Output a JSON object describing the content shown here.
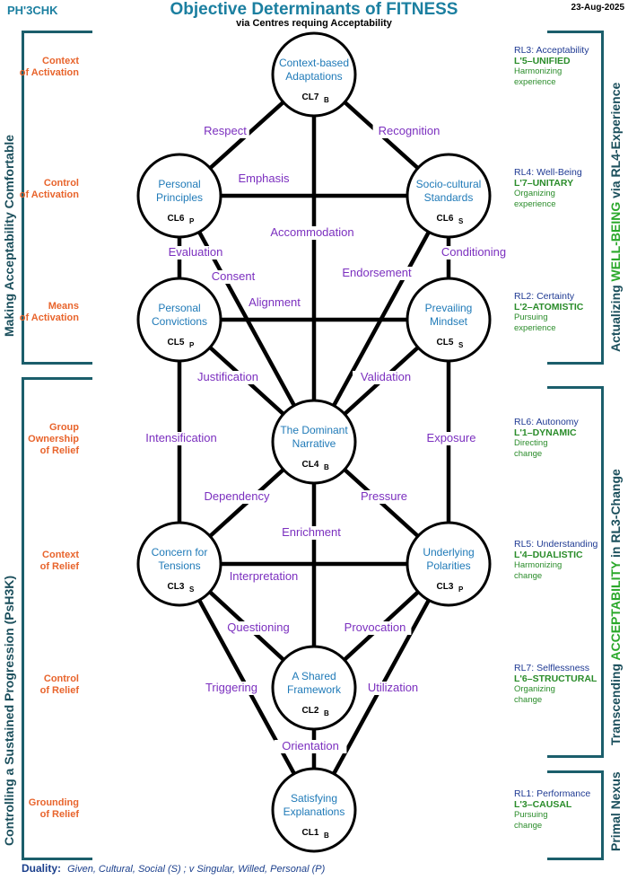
{
  "header": {
    "code": "PH'3CHK",
    "title": "Objective Determinants of FITNESS",
    "subtitle": "via Centres requing Acceptability",
    "date": "23-Aug-2025"
  },
  "left_side": {
    "upper_vertical": "Making Acceptability Comfortable",
    "lower_vertical": "Controlling a Sustained Progression (PsH3K)",
    "labels": [
      {
        "line1": "Context",
        "line2": "of Activation"
      },
      {
        "line1": "Control",
        "line2": "of Activation"
      },
      {
        "line1": "Means",
        "line2": "of Activation"
      },
      {
        "line1": "Group",
        "line2": "Ownership",
        "line3": "of Relief"
      },
      {
        "line1": "Context",
        "line2": "of Relief"
      },
      {
        "line1": "Control",
        "line2": "of Relief"
      },
      {
        "line1": "Grounding",
        "line2": "of Relief"
      }
    ]
  },
  "right_side": {
    "upper_vertical_a": "Actualizing ",
    "upper_vertical_b": "WELL-BEING",
    "upper_vertical_c": " via RL4-Experience",
    "middle_vertical_a": "Transcending ",
    "middle_vertical_b": "ACCEPTABILITY",
    "middle_vertical_c": " in RL3-Change",
    "lower_vertical": "Primal Nexus",
    "blocks": [
      {
        "rl": "RL3:  Acceptability",
        "level": "L'5–UNIFIED",
        "d1": "Harmonizing",
        "d2": "experience"
      },
      {
        "rl": "RL4:  Well-Being",
        "level": "L'7–UNITARY",
        "d1": "Organizing",
        "d2": "experience"
      },
      {
        "rl": "RL2:  Certainty",
        "level": "L'2–ATOMISTIC",
        "d1": "Pursuing",
        "d2": "experience"
      },
      {
        "rl": "RL6:  Autonomy",
        "level": "L'1–DYNAMIC",
        "d1": "Directing",
        "d2": "change"
      },
      {
        "rl": "RL5:  Understanding",
        "level": "L'4–DUALISTIC",
        "d1": "Harmonizing",
        "d2": "change"
      },
      {
        "rl": "RL7:  Selflessness",
        "level": "L'6–STRUCTURAL",
        "d1": "Organizing",
        "d2": "change"
      },
      {
        "rl": "RL1:  Performance",
        "level": "L'3–CAUSAL",
        "d1": "Pursuing",
        "d2": "change"
      }
    ]
  },
  "nodes": [
    {
      "id": "cl7",
      "line1": "Context-based",
      "line2": "Adaptations",
      "code": "CL7",
      "sub": "B"
    },
    {
      "id": "cl6p",
      "line1": "Personal",
      "line2": "Principles",
      "code": "CL6",
      "sub": "P"
    },
    {
      "id": "cl6s",
      "line1": "Socio-cultural",
      "line2": "Standards",
      "code": "CL6",
      "sub": "S"
    },
    {
      "id": "cl5p",
      "line1": "Personal",
      "line2": "Convictions",
      "code": "CL5",
      "sub": "P"
    },
    {
      "id": "cl5s",
      "line1": "Prevailing",
      "line2": "Mindset",
      "code": "CL5",
      "sub": "S"
    },
    {
      "id": "cl4",
      "line1": "The Dominant",
      "line2": "Narrative",
      "code": "CL4",
      "sub": "B"
    },
    {
      "id": "cl3s",
      "line1": "Concern for",
      "line2": "Tensions",
      "code": "CL3",
      "sub": "S"
    },
    {
      "id": "cl3p",
      "line1": "Underlying",
      "line2": "Polarities",
      "code": "CL3",
      "sub": "P"
    },
    {
      "id": "cl2",
      "line1": "A Shared",
      "line2": "Framework",
      "code": "CL2",
      "sub": "B"
    },
    {
      "id": "cl1",
      "line1": "Satisfying",
      "line2": "Explanations",
      "code": "CL1",
      "sub": "B"
    }
  ],
  "edges": [
    {
      "from": "cl7",
      "to": "cl6p",
      "label": "Respect"
    },
    {
      "from": "cl7",
      "to": "cl6s",
      "label": "Recognition"
    },
    {
      "from": "cl6p",
      "to": "cl6s",
      "label": "Emphasis"
    },
    {
      "from": "cl7",
      "to": "cl4",
      "label": "Accommodation"
    },
    {
      "from": "cl6p",
      "to": "cl5p",
      "label": "Evaluation"
    },
    {
      "from": "cl6s",
      "to": "cl5s",
      "label": "Conditioning"
    },
    {
      "from": "cl6p",
      "to": "cl4",
      "label": "Consent"
    },
    {
      "from": "cl6s",
      "to": "cl4",
      "label": "Endorsement"
    },
    {
      "from": "cl5p",
      "to": "cl5s",
      "label": "Alignment"
    },
    {
      "from": "cl5p",
      "to": "cl4",
      "label": "Justification"
    },
    {
      "from": "cl5s",
      "to": "cl4",
      "label": "Validation"
    },
    {
      "from": "cl5p",
      "to": "cl3s",
      "label": "Intensification"
    },
    {
      "from": "cl5s",
      "to": "cl3p",
      "label": "Exposure"
    },
    {
      "from": "cl4",
      "to": "cl3s",
      "label": "Dependency"
    },
    {
      "from": "cl4",
      "to": "cl3p",
      "label": "Pressure"
    },
    {
      "from": "cl4",
      "to": "cl2",
      "label": "Enrichment"
    },
    {
      "from": "cl3s",
      "to": "cl3p",
      "label": "Interpretation"
    },
    {
      "from": "cl3s",
      "to": "cl2",
      "label": "Questioning"
    },
    {
      "from": "cl3p",
      "to": "cl2",
      "label": "Provocation"
    },
    {
      "from": "cl3s",
      "to": "cl1",
      "label": "Triggering"
    },
    {
      "from": "cl3p",
      "to": "cl1",
      "label": "Utilization"
    },
    {
      "from": "cl2",
      "to": "cl1",
      "label": "Orientation"
    }
  ],
  "footer": {
    "duality_label": "Duality:",
    "duality_text": "Given, Cultural, Social (S) ; v Singular, Willed, Personal (P)"
  }
}
